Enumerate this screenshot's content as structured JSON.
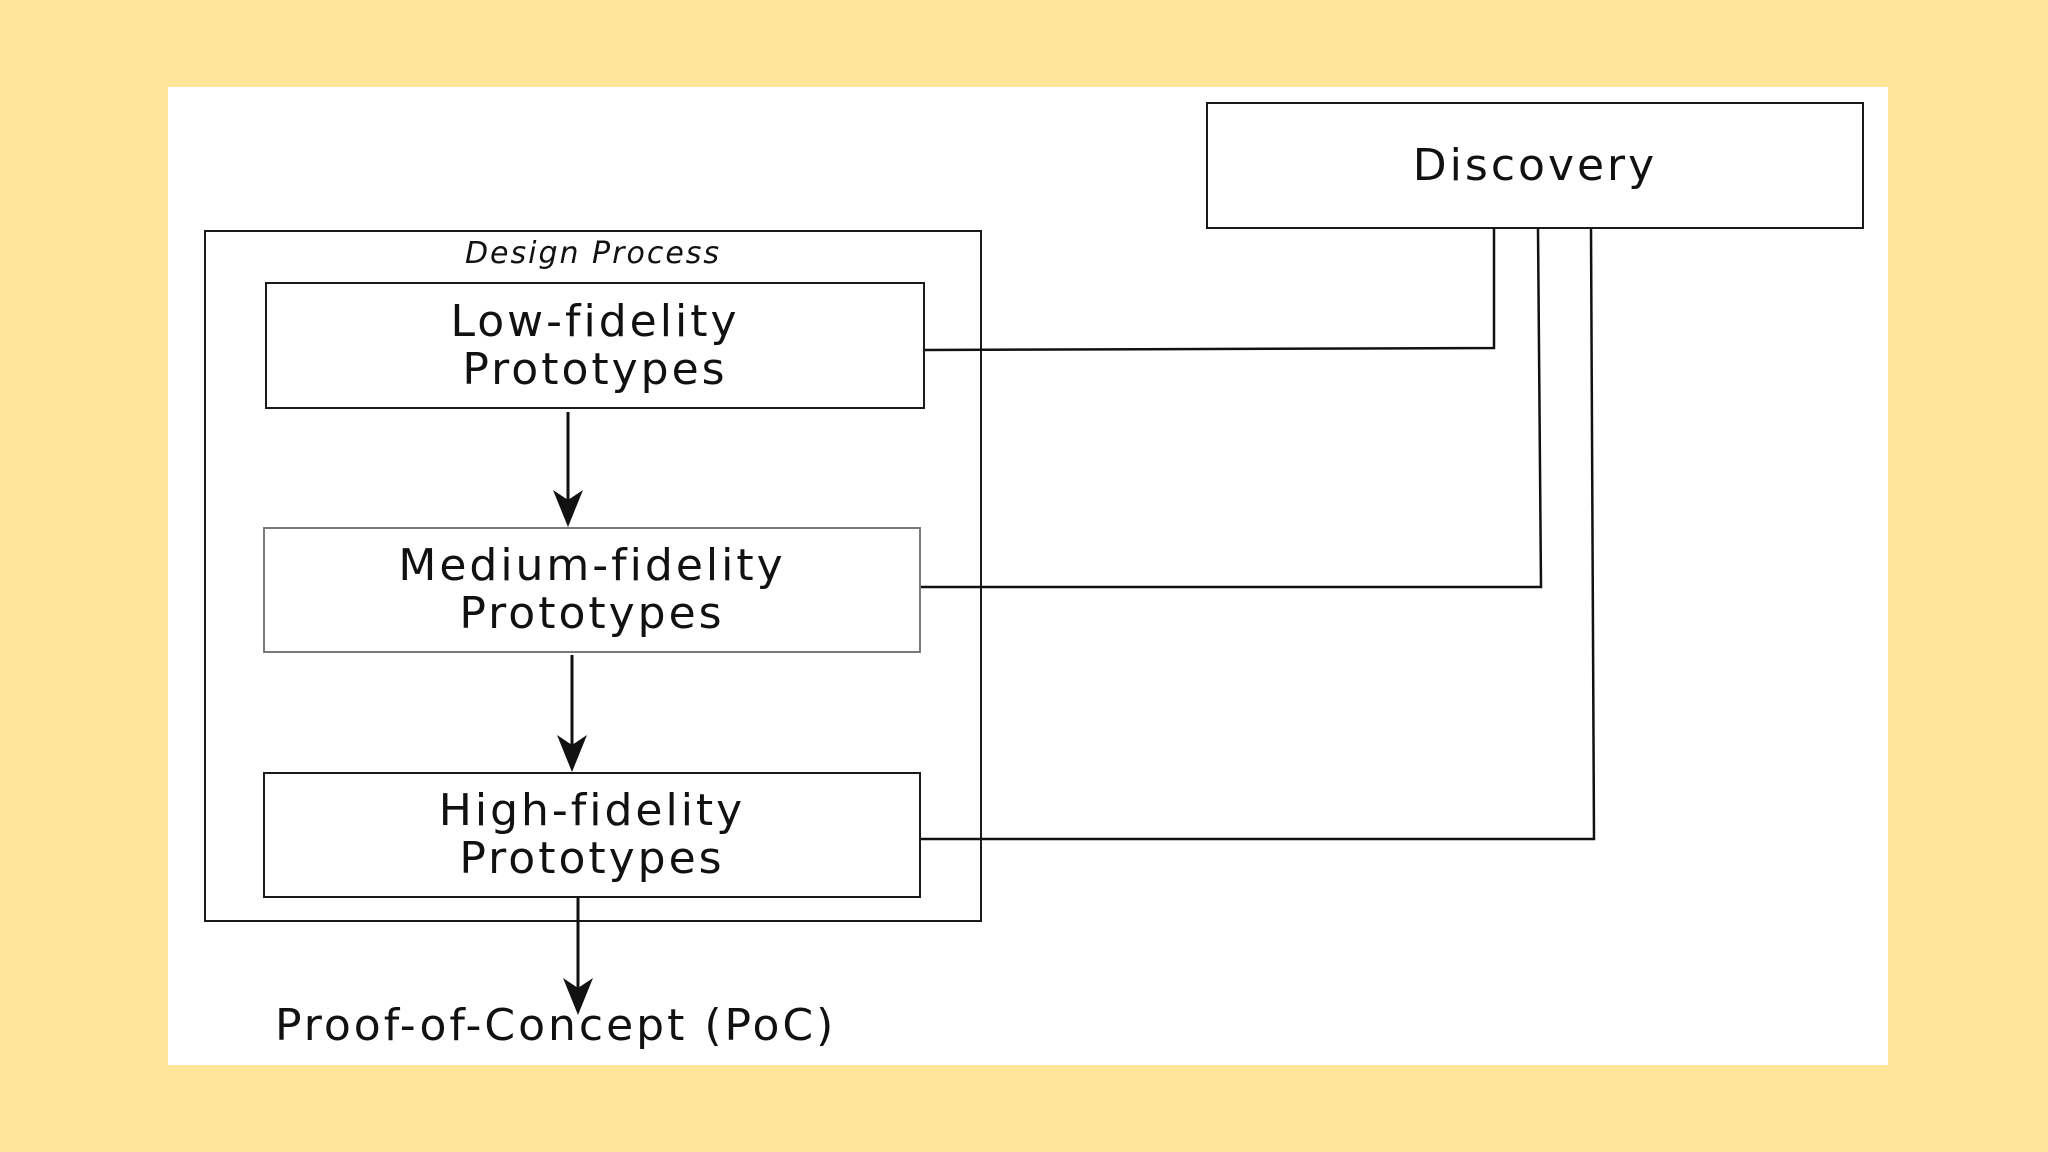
{
  "discovery": {
    "label": "Discovery"
  },
  "design_process": {
    "title": "Design Process",
    "stages": [
      {
        "line1": "Low-fidelity",
        "line2": "Prototypes"
      },
      {
        "line1": "Medium-fidelity",
        "line2": "Prototypes"
      },
      {
        "line1": "High-fidelity",
        "line2": "Prototypes"
      }
    ]
  },
  "output": {
    "label": "Proof-of-Concept (PoC)"
  },
  "colors": {
    "background": "#ffe699",
    "canvas": "#ffffff",
    "stroke": "#1a1a1a",
    "light_stroke": "#7a7a7a"
  }
}
